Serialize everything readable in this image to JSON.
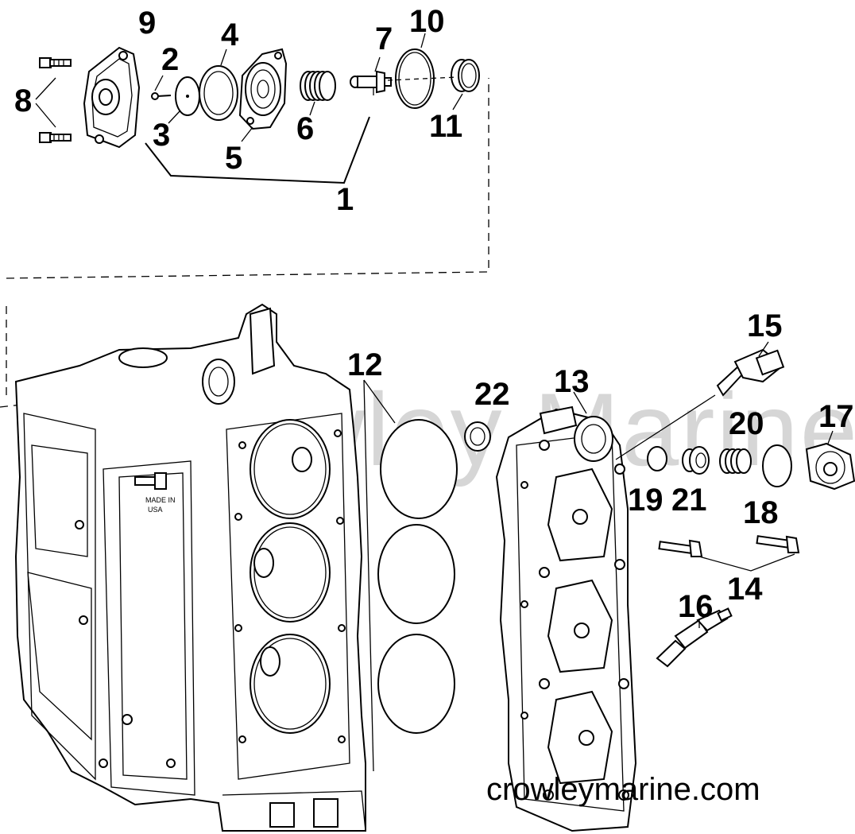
{
  "watermark": "Crowley Marine",
  "footer_url": "crowleymarine.com",
  "callouts": {
    "c1": "1",
    "c2": "2",
    "c3": "3",
    "c4": "4",
    "c5": "5",
    "c6": "6",
    "c7": "7",
    "c8": "8",
    "c9": "9",
    "c10": "10",
    "c11": "11",
    "c12": "12",
    "c13": "13",
    "c14": "14",
    "c15": "15",
    "c16": "16",
    "c17": "17",
    "c18": "18",
    "c19": "19",
    "c20": "20",
    "c21": "21",
    "c22": "22"
  },
  "block_stamp": [
    "MADE IN",
    "USA"
  ]
}
